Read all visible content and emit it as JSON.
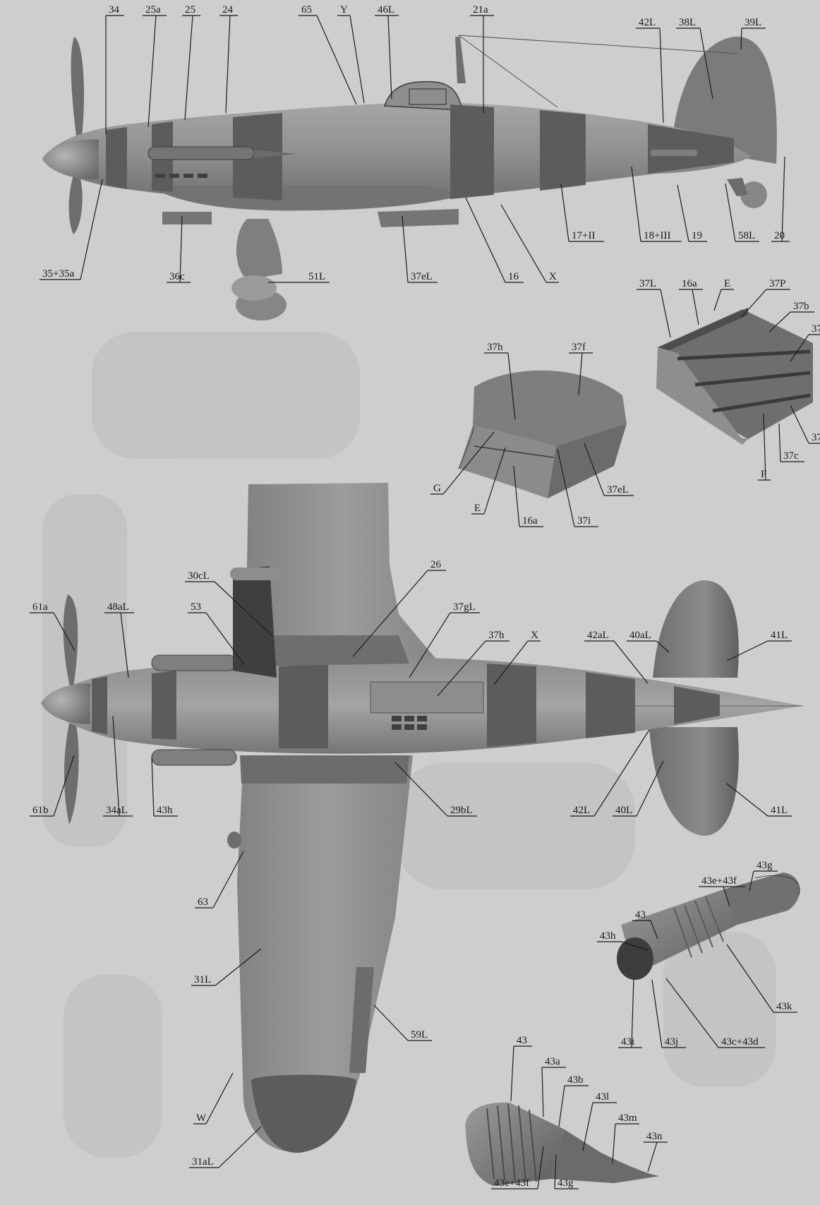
{
  "labels": {
    "side": [
      "34",
      "25a",
      "25",
      "24",
      "65",
      "Y",
      "46L",
      "21a",
      "42L",
      "38L",
      "39L",
      "35+35a",
      "36c",
      "51L",
      "37eL",
      "16",
      "X",
      "17+II",
      "18+III",
      "19",
      "58L",
      "20"
    ],
    "detail_flap": [
      "37h",
      "37f",
      "G",
      "E",
      "16a",
      "37i",
      "37eL"
    ],
    "detail_radiator": [
      "37L",
      "16a",
      "E",
      "37P",
      "37b",
      "37",
      "F",
      "37c",
      "37"
    ],
    "top": [
      "30cL",
      "26",
      "61a",
      "48aL",
      "53",
      "37gL",
      "37h",
      "X",
      "42aL",
      "40aL",
      "41L",
      "61b",
      "34aL",
      "43h",
      "29bL",
      "42L",
      "40L",
      "41L",
      "63",
      "31L",
      "59L",
      "W",
      "31aL"
    ],
    "detail_exhaust1": [
      "43g",
      "43e+43f",
      "43",
      "43h",
      "43k",
      "43i",
      "43j",
      "43c+43d"
    ],
    "detail_exhaust2": [
      "43",
      "43a",
      "43b",
      "43l",
      "43m",
      "43n",
      "43e+43f",
      "43g"
    ]
  },
  "colors": {
    "background": "#ceced0",
    "camo_light": "#939496",
    "camo_dark": "#5b5c5e",
    "ink": "#1a1a1a"
  }
}
